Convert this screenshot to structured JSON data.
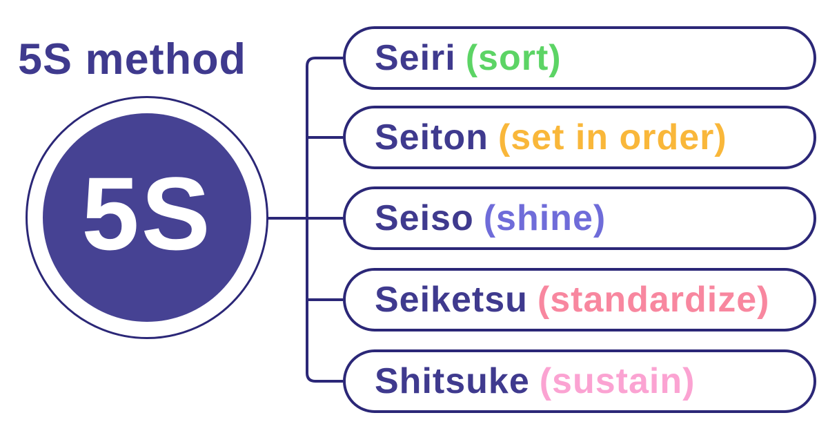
{
  "title": "5S method",
  "badge": {
    "label": "5S"
  },
  "items": [
    {
      "name": "Seiri",
      "translation": "(sort)",
      "color": "#5cd465"
    },
    {
      "name": "Seiton",
      "translation": "(set in order)",
      "color": "#f9b73a"
    },
    {
      "name": "Seiso",
      "translation": "(shine)",
      "color": "#6f6cd9"
    },
    {
      "name": "Seiketsu",
      "translation": "(standardize)",
      "color": "#f8879f"
    },
    {
      "name": "Shitsuke",
      "translation": "(sustain)",
      "color": "#fba3d2"
    }
  ],
  "colors": {
    "line_navy": "#2b2777",
    "text_indigo": "#3f3a8e",
    "circle_fill": "#464293",
    "background": "#ffffff"
  }
}
